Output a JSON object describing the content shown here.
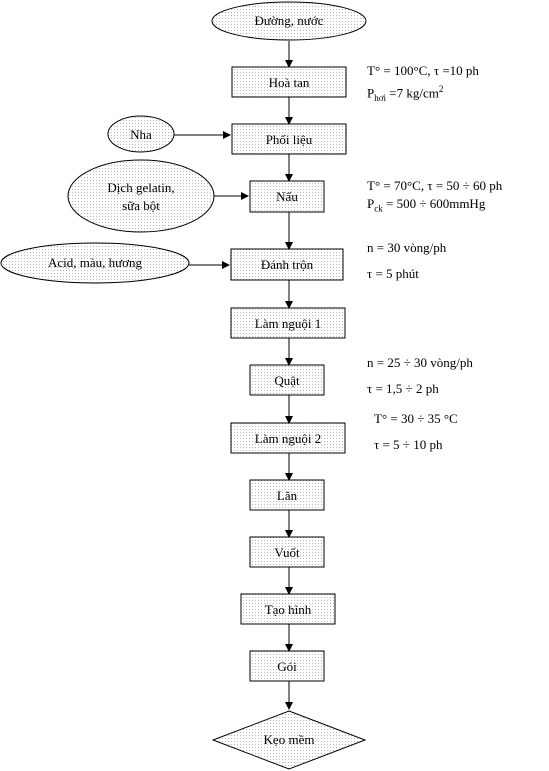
{
  "nodes": {
    "duong_nuoc": "Đường, nước",
    "hoa_tan": "Hoà tan",
    "nha": "Nha",
    "phoi_lieu": "Phối liệu",
    "dich_gelatin_1": "Dịch gelatin,",
    "dich_gelatin_2": "sữa bột",
    "nau": "Nấu",
    "acid": "Acid, màu, hương",
    "danh_tron": "Đánh trộn",
    "lam_nguoi_1": "Làm nguội 1",
    "quat": "Quật",
    "lam_nguoi_2": "Làm nguội 2",
    "lan": "Lăn",
    "vuot": "Vuốt",
    "tao_hinh": "Tạo hình",
    "goi": "Gói",
    "keo_mem": "Kẹo mềm"
  },
  "notes": {
    "hoa_tan": {
      "line1": "T° = 100°C, τ =10 ph",
      "p_prefix": "P",
      "p_sub": "hơi",
      "p_value": " =7 kg/cm",
      "p_sup": "2"
    },
    "nau": {
      "line1": "T° = 70°C, τ = 50 ÷ 60 ph",
      "p_prefix": "P",
      "p_sub": "ck",
      "p_value": " = 500 ÷ 600mmHg"
    },
    "danh_tron": {
      "line1": "n = 30 vòng/ph",
      "line2": "τ = 5 phút"
    },
    "quat": {
      "line1": "n = 25 ÷ 30 vòng/ph",
      "line2": "τ = 1,5 ÷ 2 ph"
    },
    "lam_nguoi_2": {
      "line1": "T° = 30 ÷ 35 °C",
      "line2": "τ = 5 ÷ 10 ph"
    }
  }
}
